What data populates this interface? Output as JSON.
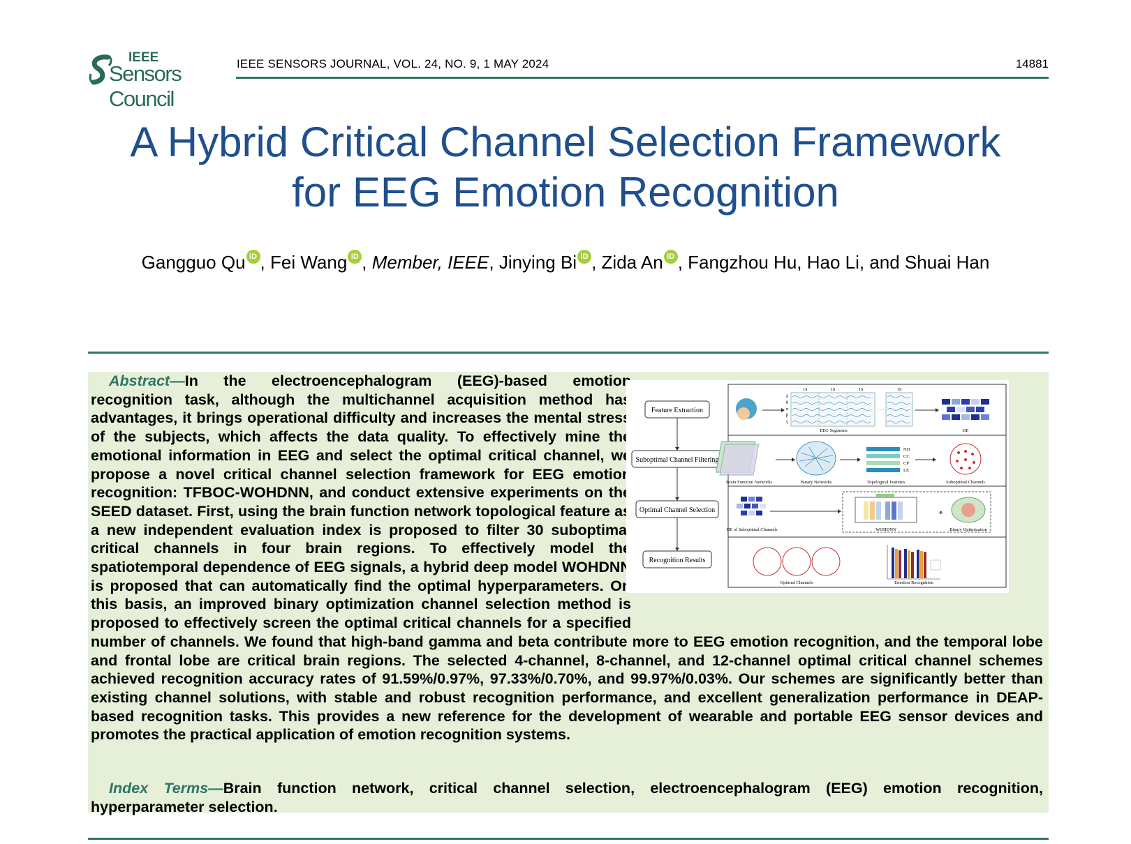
{
  "header": {
    "logo_top": "IEEE",
    "logo_bottom": "Sensors Council",
    "journal": "IEEE SENSORS JOURNAL, VOL. 24, NO. 9, 1 MAY 2024",
    "page": "14881"
  },
  "title": {
    "line1": "A Hybrid Critical Channel Selection Framework",
    "line2": "for EEG Emotion Recognition"
  },
  "authors": {
    "a1": "Gangguo Qu",
    "a2": "Fei Wang",
    "a2_role": "Member, IEEE",
    "a3": "Jinying Bi",
    "a4": "Zida An",
    "rest": "Fangzhou Hu, Hao Li, and Shuai Han",
    "orcid_glyph": "iD"
  },
  "abstract": {
    "heading": "Abstract—",
    "body": "In the electroencephalogram (EEG)-based emotion recognition task, although the multichannel acquisition method has advantages, it brings operational difficulty and increases the mental stress of the subjects, which affects the data quality. To effectively mine the emotional information in EEG and select the optimal critical channel, we propose a novel critical channel selection framework for EEG emotion recognition: TFBOC-WOHDNN, and conduct extensive experiments on the SEED dataset. First, using the brain function network topological feature as a new independent evaluation index is proposed to filter 30 suboptimal critical channels in four brain regions. To effectively model the spatiotemporal dependence of EEG signals, a hybrid deep model WOHDNN is proposed that can automatically find the optimal hyperparameters. On this basis, an improved binary optimization channel selection method is proposed to effectively screen the optimal critical channels for a specified number of channels. We found that high-band gamma and beta contribute more to EEG emotion recognition, and the temporal lobe and frontal lobe are critical brain regions. The selected 4-channel, 8-channel, and 12-channel optimal critical channel schemes achieved recognition accuracy rates of 91.59%/0.97%, 97.33%/0.70%, and 99.97%/0.03%. Our schemes are significantly better than existing channel solutions, with stable and robust recognition performance, and excellent generalization performance in DEAP-based recognition tasks. This provides a new reference for the development of wearable and portable EEG sensor devices and promotes the practical application of emotion recognition systems."
  },
  "index_terms": {
    "heading": "Index Terms—",
    "body": "Brain function network, critical channel selection, electroencephalogram (EEG) emotion recognition, hyperparameter selection."
  },
  "figure": {
    "steps": [
      "Feature Extraction",
      "Suboptimal Channel Filtering",
      "Optimal Channel Selection",
      "Recognition Results"
    ],
    "segment_tick": "1S",
    "band_letters": [
      "δ",
      "θ",
      "α",
      "β",
      "γ"
    ],
    "topo_features": [
      "ND",
      "CC",
      "CP",
      "LE"
    ],
    "labels": {
      "eeg_segments": "EEG Segments",
      "de": "DE",
      "brain_networks": "Brain Function Networks",
      "binary_networks": "Binary Networks",
      "topological": "Topological Features",
      "suboptimal": "Suboptimal Channels",
      "de_sub": "DE of Suboptimal Channels",
      "wohdnn": "WOHDNN",
      "binary_opt": "Binary Optimization",
      "optimal": "Optimal Channels",
      "emotion": "Emotion Recognition"
    },
    "colors": {
      "teal": "#2f7566",
      "title_blue": "#1f4f8d",
      "abstract_bg": "#e6efd8",
      "orcid_green": "#a6ce39"
    }
  }
}
